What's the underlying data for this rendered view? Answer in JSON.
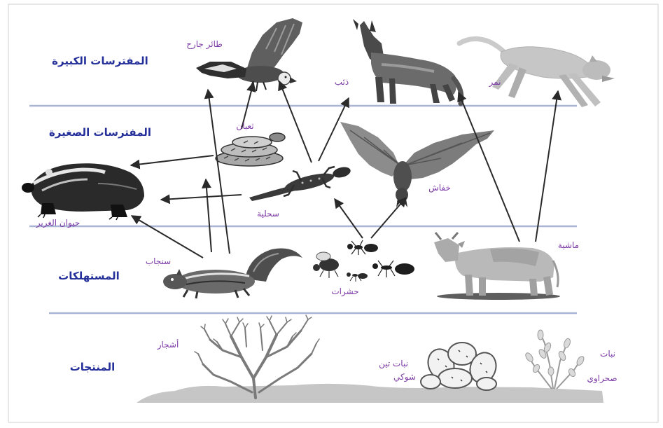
{
  "levels": {
    "large_predators": {
      "label": "المفترسات الكبيرة",
      "organisms": {
        "bird_of_prey": {
          "label": "طائر جارح",
          "icon": "bird-of-prey-icon"
        },
        "wolf": {
          "label": "ذئب",
          "icon": "wolf-icon"
        },
        "tiger": {
          "label": "نمر",
          "icon": "tiger-icon"
        }
      }
    },
    "small_predators": {
      "label": "المفترسات الصغيرة",
      "organisms": {
        "snake": {
          "label": "ثعبان",
          "icon": "snake-icon"
        },
        "bat": {
          "label": "خفاش",
          "icon": "bat-icon"
        },
        "lizard": {
          "label": "سحلية",
          "icon": "lizard-icon"
        },
        "badger": {
          "label": "حيوان الغرير",
          "icon": "badger-icon"
        }
      }
    },
    "consumers": {
      "label": "المستهلكات",
      "organisms": {
        "squirrel": {
          "label": "سنجاب",
          "icon": "squirrel-icon"
        },
        "insects": {
          "label": "حشرات",
          "icon": "ant-icon"
        },
        "cattle": {
          "label": "ماشية",
          "icon": "cow-icon"
        }
      }
    },
    "producers": {
      "label": "المنتجات",
      "organisms": {
        "trees": {
          "label": "أشجار",
          "icon": "shrub-icon"
        },
        "prickly_pear": {
          "label_lines": [
            "نبات تين",
            "شوكي"
          ],
          "icon": "cactus-icon"
        },
        "desert_plant": {
          "label_lines": [
            "نبات",
            "صحراوي"
          ],
          "icon": "desert-plant-icon"
        }
      }
    }
  },
  "food_links": [
    {
      "prey": "سنجاب",
      "predator": "طائر جارح"
    },
    {
      "prey": "سنجاب",
      "predator": "ثعبان"
    },
    {
      "prey": "سنجاب",
      "predator": "حيوان الغرير"
    },
    {
      "prey": "ثعبان",
      "predator": "حيوان الغرير"
    },
    {
      "prey": "سحلية",
      "predator": "حيوان الغرير"
    },
    {
      "prey": "ثعبان",
      "predator": "طائر جارح"
    },
    {
      "prey": "سحلية",
      "predator": "طائر جارح"
    },
    {
      "prey": "سحلية",
      "predator": "ذئب"
    },
    {
      "prey": "حشرات",
      "predator": "سحلية"
    },
    {
      "prey": "حشرات",
      "predator": "خفاش"
    },
    {
      "prey": "ماشية",
      "predator": "ذئب"
    },
    {
      "prey": "ماشية",
      "predator": "نمر"
    }
  ],
  "colors": {
    "level_label": "#25309a",
    "organism_label": "#7b3aa6",
    "separator": "#aab5d6",
    "arrow": "#2a2a2a"
  }
}
